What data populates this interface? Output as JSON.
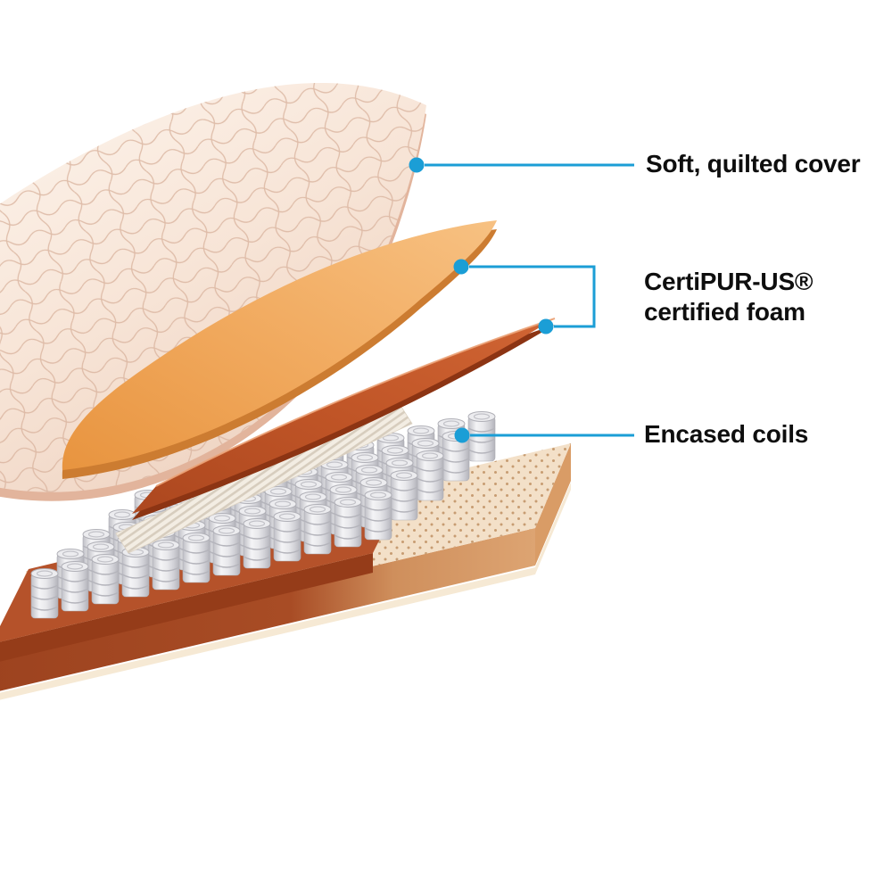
{
  "diagram": {
    "subject": "mattress-layers-cutaway",
    "callouts": [
      {
        "id": "quilted-cover",
        "label": "Soft, quilted cover"
      },
      {
        "id": "certified-foam",
        "label_line1": "CertiPUR-US®",
        "label_line2": "certified foam"
      },
      {
        "id": "encased-coils",
        "label": "Encased coils"
      }
    ],
    "colors": {
      "accent": "#1b9ed6",
      "text": "#0e0e0e",
      "cover": "#f6e3d5",
      "cover_edge": "#e2b49c",
      "foam": "#f0a95d",
      "foam_edge": "#cc7c31",
      "base_foam": "#bb5028",
      "base_foam_edge": "#8c3413",
      "coil": "#d9d9de",
      "base_top": "#f3e0c8",
      "base_front": "#a84a24"
    }
  }
}
